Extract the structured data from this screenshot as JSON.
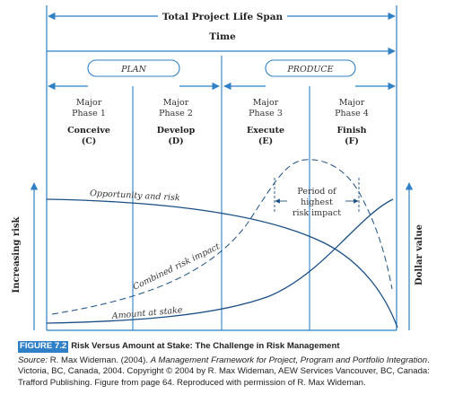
{
  "header": {
    "top_label": "Total Project Life Span",
    "time_label": "Time"
  },
  "stages": {
    "plan": "PLAN",
    "produce": "PRODUCE"
  },
  "phases": [
    {
      "name_line1": "Major",
      "name_line2": "Phase 1",
      "activity": "Conceive",
      "code": "(C)"
    },
    {
      "name_line1": "Major",
      "name_line2": "Phase 2",
      "activity": "Develop",
      "code": "(D)"
    },
    {
      "name_line1": "Major",
      "name_line2": "Phase 3",
      "activity": "Execute",
      "code": "(E)"
    },
    {
      "name_line1": "Major",
      "name_line2": "Phase 4",
      "activity": "Finish",
      "code": "(F)"
    }
  ],
  "axes": {
    "left": "Increasing risk",
    "right": "Dollar value"
  },
  "curves": {
    "opportunity": "Opportunity and risk",
    "combined": "Combined risk impact",
    "amount": "Amount at stake"
  },
  "annotation": {
    "line1": "Period of",
    "line2": "highest",
    "line3": "risk impact"
  },
  "colors": {
    "line": "#2f80c6",
    "curve": "#1a4f86",
    "text": "#222222",
    "label_bg": "#2f80c6"
  },
  "caption": {
    "figure_label": "FIGURE 7.2",
    "title": "Risk Versus Amount at Stake: The Challenge in Risk Management",
    "source_prefix": "Source:",
    "source_author": " R. Max Wideman. (2004). ",
    "source_book": "A Management Framework for Project, Program and Portfolio Integration",
    "source_rest": ". Victoria, BC, Canada, 2004. Copyright © 2004 by R. Max Wideman, AEW Services Vancouver, BC, Canada: Trafford Publishing. Figure from page 64. Reproduced with permission of R. Max Wideman."
  }
}
